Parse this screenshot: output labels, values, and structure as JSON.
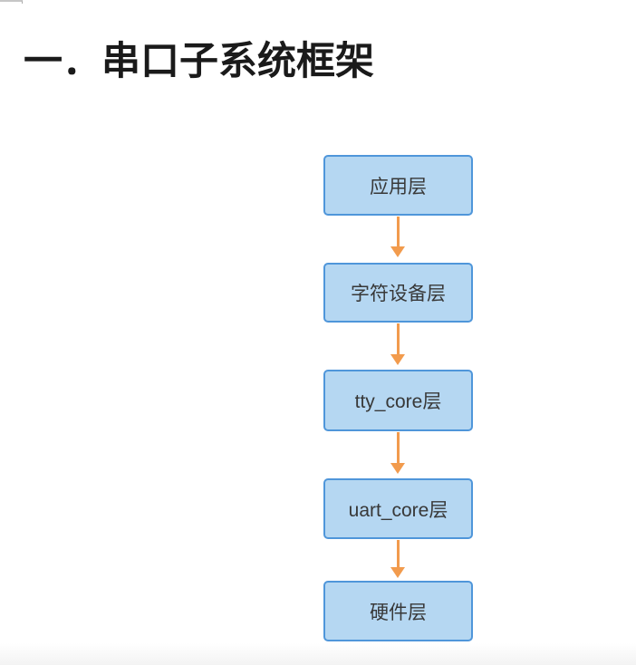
{
  "heading": {
    "text": "一．串口子系统框架"
  },
  "flowchart": {
    "nodes": [
      {
        "id": "application-layer",
        "label": "应用层"
      },
      {
        "id": "char-device-layer",
        "label": "字符设备层"
      },
      {
        "id": "tty-core-layer",
        "label": "tty_core层"
      },
      {
        "id": "uart-core-layer",
        "label": "uart_core层"
      },
      {
        "id": "hardware-layer",
        "label": "硬件层"
      }
    ],
    "edges": [
      {
        "from": "应用层",
        "to": "字符设备层"
      },
      {
        "from": "字符设备层",
        "to": "tty_core层"
      },
      {
        "from": "tty_core层",
        "to": "uart_core层"
      },
      {
        "from": "uart_core层",
        "to": "硬件层"
      }
    ]
  },
  "colors": {
    "heading_text": "#1a1a1a",
    "node_fill": "#b5d7f2",
    "node_border": "#4f96da",
    "node_text": "#383838",
    "arrow": "#f29b4d",
    "artifact_gray": "#c6c6c6"
  }
}
